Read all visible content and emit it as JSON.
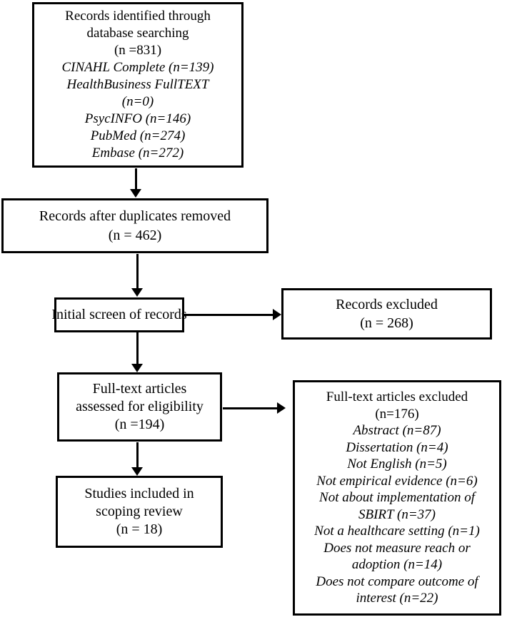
{
  "figure": {
    "type": "prisma-flow-diagram",
    "colors": {
      "border": "#000000",
      "text": "#000000",
      "background": "#ffffff"
    },
    "boxes": {
      "identified": {
        "lines": [
          "Records identified through",
          "database searching",
          "(n =831)",
          "CINAHL Complete (n=139)",
          "HealthBusiness FullTEXT",
          "(n=0)",
          "PsycINFO (n=146)",
          "PubMed (n=274)",
          "Embase (n=272)"
        ]
      },
      "after_duplicates": {
        "lines": [
          "Records after duplicates removed",
          "(n = 462)"
        ]
      },
      "initial_screen": {
        "lines": [
          "Initial screen of records"
        ]
      },
      "records_excluded": {
        "lines": [
          "Records excluded",
          "(n = 268)"
        ]
      },
      "fulltext_assessed": {
        "lines": [
          "Full-text articles",
          "assessed for eligibility",
          "(n =194)"
        ]
      },
      "fulltext_excluded": {
        "lines": [
          "Full-text articles excluded",
          "(n=176)",
          "Abstract (n=87)",
          "Dissertation (n=4)",
          "Not English (n=5)",
          "Not empirical evidence (n=6)",
          "Not about implementation of",
          "SBIRT (n=37)",
          "Not a healthcare setting (n=1)",
          "Does not measure reach or",
          "adoption (n=14)",
          "Does not compare outcome of",
          "interest (n=22)"
        ]
      },
      "included": {
        "lines": [
          "Studies included in",
          "scoping review",
          "(n = 18)"
        ]
      }
    }
  }
}
